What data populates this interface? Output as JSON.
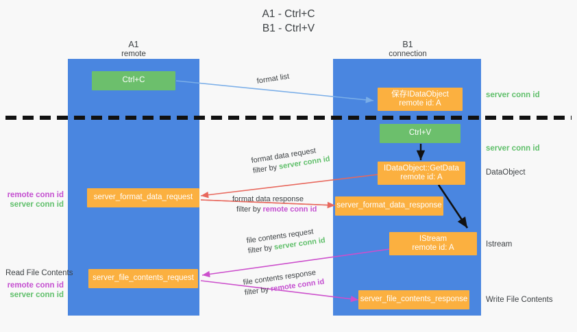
{
  "title": "A1 - Ctrl+C\nB1 - Ctrl+V",
  "columns": {
    "left": {
      "name": "A1",
      "sub": "remote"
    },
    "right": {
      "name": "B1",
      "sub": "connection"
    }
  },
  "boxes": {
    "ctrl_c": "Ctrl+C",
    "ctrl_v": "Ctrl+V",
    "save_idataobject": "保存IDataObject\nremote id: A",
    "getdata": "IDataObject::GetData\nremote id: A",
    "istream": "IStream\nremote id: A",
    "server_format_data_request": "server_format_data_request",
    "server_format_data_response": "server_format_data_response",
    "server_file_contents_request": "server_file_contents_request",
    "server_file_contents_response": "server_file_contents_response"
  },
  "right_labels": {
    "server_conn_id_1": "server conn id",
    "server_conn_id_2": "server conn id",
    "dataobject": "DataObject",
    "istream": "Istream",
    "write_file_contents": "Write File Contents"
  },
  "left_labels": {
    "read_file_contents": "Read File Contents",
    "remote_conn_id": "remote conn id",
    "server_conn_id": "server conn id"
  },
  "flows": {
    "format_list": "format list",
    "format_data_request": "format data request",
    "format_data_request_filter_prefix": "filter by ",
    "format_data_request_filter_value": "server conn id",
    "format_data_response": "format data response",
    "format_data_response_filter_prefix": "filter by ",
    "format_data_response_filter_value": "remote conn id",
    "file_contents_request": "file contents request",
    "file_contents_request_filter_prefix": "filter by ",
    "file_contents_request_filter_value": "server conn id",
    "file_contents_response": "file contents response",
    "file_contents_response_filter_prefix": "filter by ",
    "file_contents_response_filter_value": "remote conn id"
  },
  "colors": {
    "lane": "#4a86e0",
    "green_box": "#6cbf6c",
    "orange_box": "#fbb040",
    "server_conn": "#5fbf6a",
    "remote_conn": "#c44fd0",
    "arrow_blue": "#7aaee8",
    "arrow_red": "#e8685d",
    "arrow_magenta": "#cc4fcc",
    "arrow_black": "#000000",
    "background": "#f8f8f8"
  }
}
